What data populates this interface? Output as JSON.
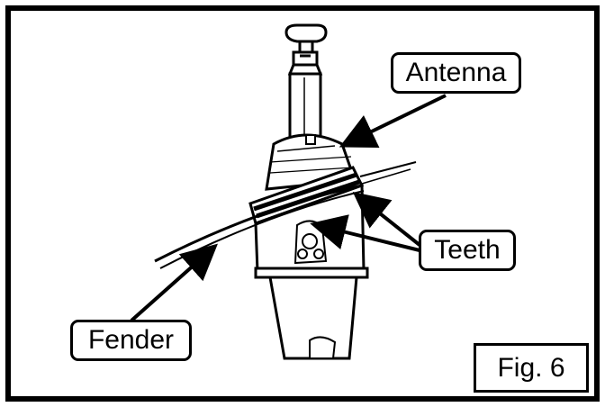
{
  "figure": {
    "labels": {
      "antenna": "Antenna",
      "teeth": "Teeth",
      "fender": "Fender"
    },
    "caption": "Fig. 6"
  }
}
